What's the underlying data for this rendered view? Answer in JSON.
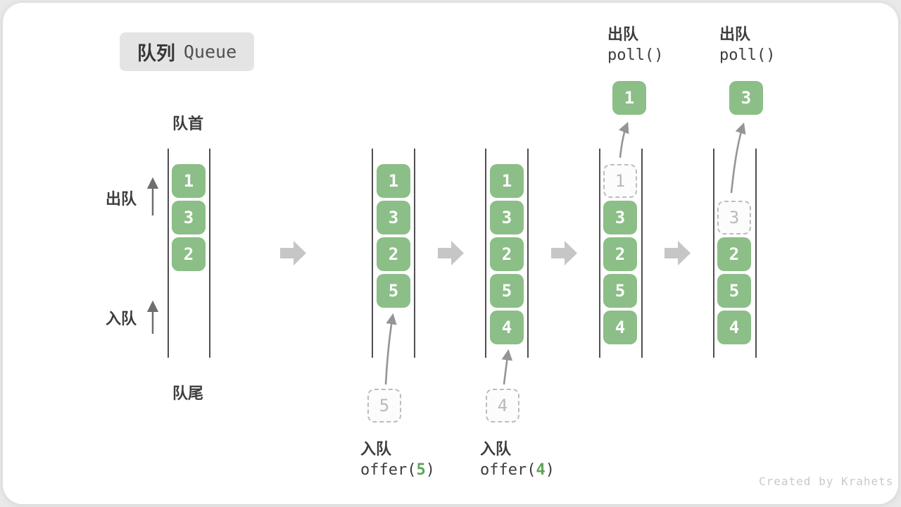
{
  "title": {
    "zh": "队列",
    "en": "Queue"
  },
  "labels": {
    "front": "队首",
    "rear": "队尾",
    "dequeue": "出队",
    "enqueue": "入队"
  },
  "operations": {
    "poll_1": {
      "zh": "出队",
      "code": "poll()"
    },
    "poll_2": {
      "zh": "出队",
      "code": "poll()"
    },
    "offer_5": {
      "zh": "入队",
      "code_pre": "offer(",
      "arg": "5",
      "code_post": ")"
    },
    "offer_4": {
      "zh": "入队",
      "code_pre": "offer(",
      "arg": "4",
      "code_post": ")"
    }
  },
  "queues": {
    "state1": {
      "items": [
        "1",
        "3",
        "2"
      ]
    },
    "state2": {
      "items": [
        "1",
        "3",
        "2",
        "5"
      ],
      "staged": "5"
    },
    "state3": {
      "items": [
        "1",
        "3",
        "2",
        "5",
        "4"
      ],
      "staged": "4"
    },
    "state4": {
      "removed": "1",
      "items": [
        "3",
        "2",
        "5",
        "4"
      ],
      "popped": "1"
    },
    "state5": {
      "removed": "3",
      "items": [
        "2",
        "5",
        "4"
      ],
      "popped": "3"
    }
  },
  "watermark": "Created by Krahets",
  "colors": {
    "box_green": "#8CBE87",
    "code_arg_green": "#5EA35A",
    "block_arrow_grey": "#C6C6C6",
    "dashed_border_grey": "#BDBDBD",
    "wall_grey": "#4F4F4F",
    "badge_bg": "#E4E4E4",
    "watermark_grey": "#C9C9C9"
  }
}
